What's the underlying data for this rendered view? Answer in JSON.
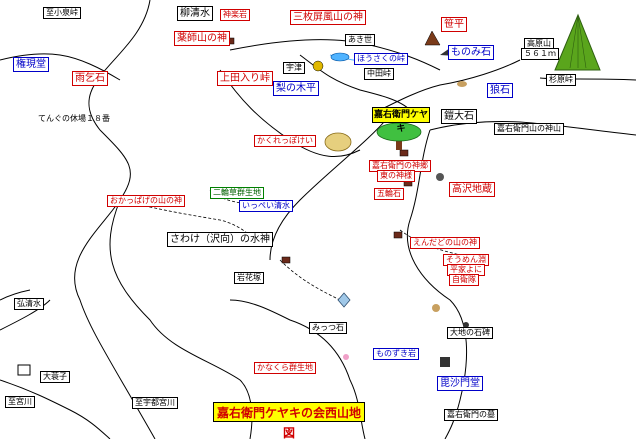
{
  "title": "嘉右衛門ケヤキの会西山地図",
  "keyaki_label": "嘉右衛門ケヤキ",
  "labels": {
    "l01": "至小泉峠",
    "l02": "柳清水",
    "l03": "神楽岩",
    "l04": "三枚屏風山の神",
    "l05": "笹平",
    "l06": "薬師山の神",
    "l07": "あき世",
    "l08": "ものみ石",
    "l09": "権現堂",
    "l10": "ほうさくの峠",
    "l11": "雨乞石",
    "l12": "上田入り峠",
    "l13": "宇津",
    "l14": "梨の木平",
    "l15": "中田峠",
    "l16": "狼石",
    "l17": "てんぐの休場１８番",
    "l18": "鎧大石",
    "l19": "嘉右衛門山の神山",
    "l20": "かくれっぽけい",
    "l21": "嘉右衛門の神郷",
    "l22": "東の神様",
    "l23": "五輪石",
    "l24": "高沢地蔵",
    "l25": "おかっぱげの山の神",
    "l26": "二輪草群生地",
    "l27": "いっぺい清水",
    "l28": "えんだどの山の神",
    "l29": "さわけ（沢向）の水神",
    "l30": "そうめん淵",
    "l31": "平家よに",
    "l32": "自衛隊",
    "l33": "岩花塚",
    "l34": "弘清水",
    "l35": "みっつ石",
    "l36": "ものずき岩",
    "l37": "かなくら群生地",
    "l38": "大地の石碑",
    "l39": "大蓑子",
    "l40": "至宮川",
    "l41": "至宇都宮川",
    "l42": "毘沙門堂",
    "l43": "嘉右衛門の墓"
  },
  "mountain": {
    "name": "高原山",
    "height": "５６１ｍ",
    "pass": "杉原峠"
  },
  "colors": {
    "road": "#000000",
    "trail": "#000000",
    "water": "#4fb3ff",
    "accent_red": "#d00000",
    "accent_blue": "#0000c8",
    "highlight": "#ffff00",
    "mountain_green": "#5aa51c",
    "mountain_dark": "#2e5f10"
  }
}
